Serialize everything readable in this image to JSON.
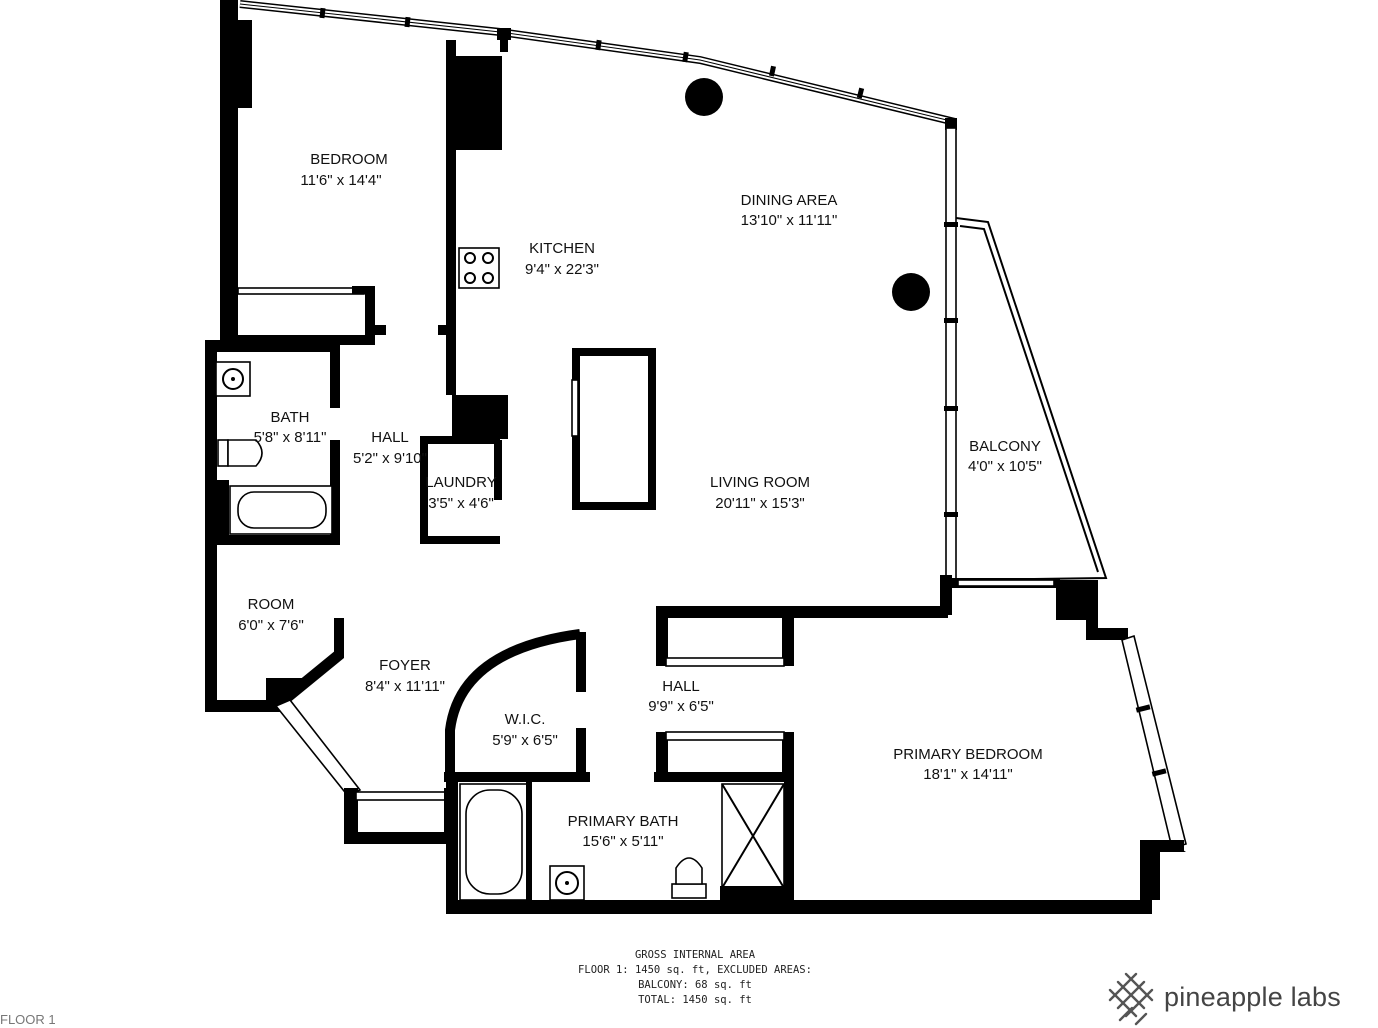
{
  "rooms": {
    "bedroom": {
      "name": "BEDROOM",
      "dims": "11'6\" x 14'4\""
    },
    "kitchen": {
      "name": "KITCHEN",
      "dims": "9'4\" x 22'3\""
    },
    "dining_area": {
      "name": "DINING AREA",
      "dims": "13'10\" x 11'11\""
    },
    "bath": {
      "name": "BATH",
      "dims": "5'8\" x 8'11\""
    },
    "hall_upper": {
      "name": "HALL",
      "dims": "5'2\" x 9'10\""
    },
    "laundry": {
      "name": "LAUNDRY",
      "dims": "3'5\" x 4'6\""
    },
    "balcony": {
      "name": "BALCONY",
      "dims": "4'0\" x 10'5\""
    },
    "living_room": {
      "name": "LIVING ROOM",
      "dims": "20'11\" x 15'3\""
    },
    "room": {
      "name": "ROOM",
      "dims": "6'0\" x 7'6\""
    },
    "foyer": {
      "name": "FOYER",
      "dims": "8'4\" x 11'11\""
    },
    "hall_lower": {
      "name": "HALL",
      "dims": "9'9\" x 6'5\""
    },
    "wic": {
      "name": "W.I.C.",
      "dims": "5'9\" x 6'5\""
    },
    "primary_bedroom": {
      "name": "PRIMARY BEDROOM",
      "dims": "18'1\" x 14'11\""
    },
    "primary_bath": {
      "name": "PRIMARY BATH",
      "dims": "15'6\" x 5'11\""
    }
  },
  "area_summary": {
    "line1": "GROSS INTERNAL AREA",
    "line2": "FLOOR 1: 1450 sq. ft, EXCLUDED AREAS:",
    "line3": "BALCONY: 68 sq. ft",
    "line4": "TOTAL: 1450 sq. ft"
  },
  "floor_label": "FLOOR 1",
  "brand": {
    "name": "pineapple labs"
  },
  "colors": {
    "walls": "#000000",
    "background": "#ffffff",
    "brand_text": "#444444"
  }
}
